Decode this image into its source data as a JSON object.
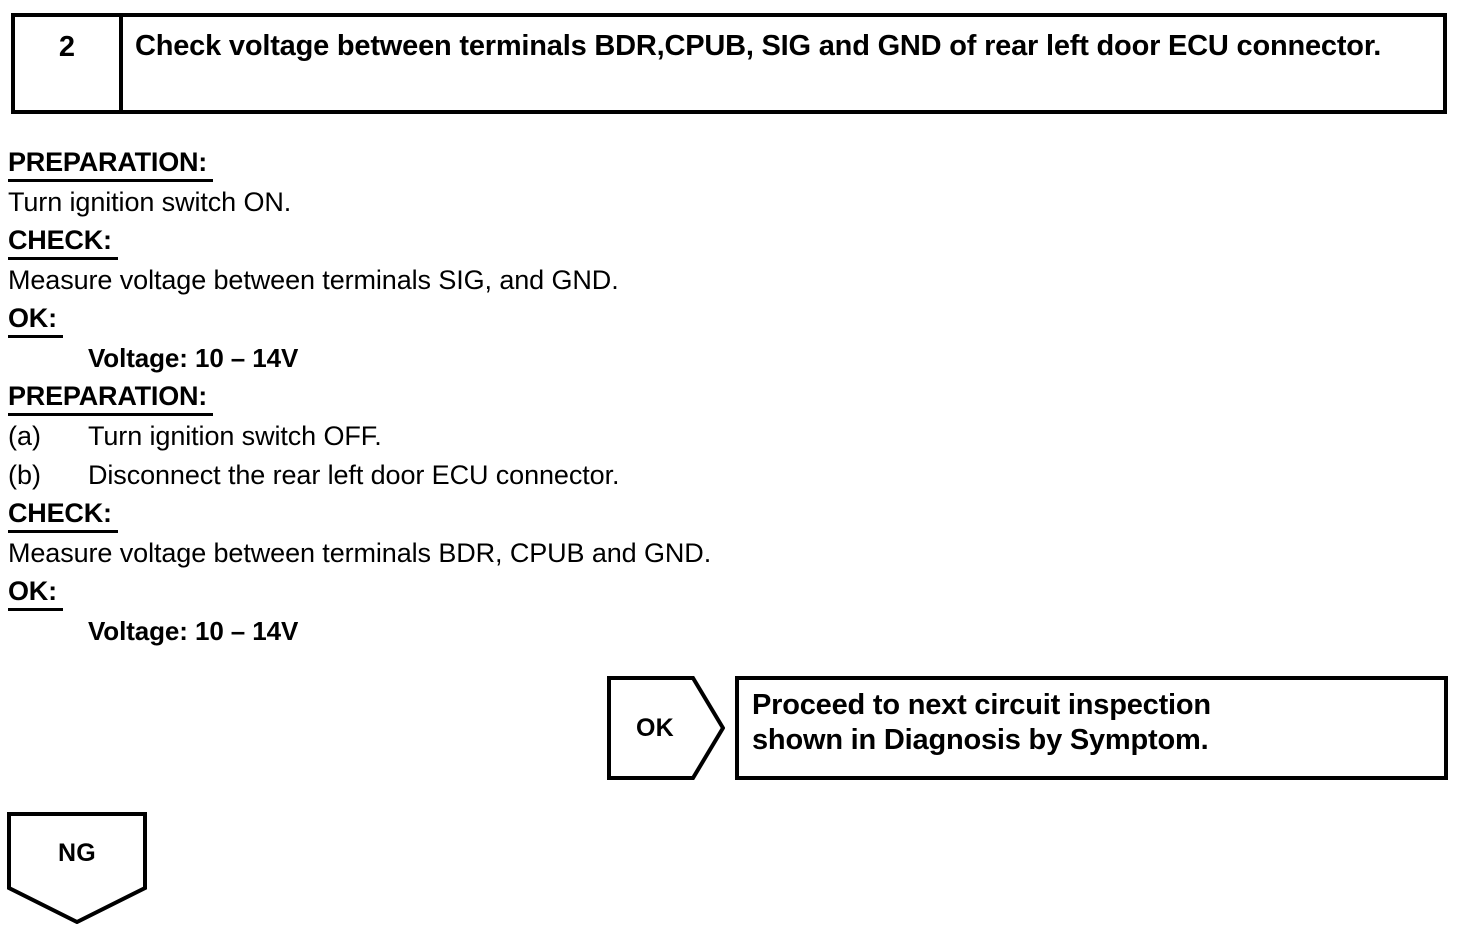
{
  "step": {
    "number": "2",
    "title": "Check voltage between terminals BDR,CPUB, SIG and GND of rear left door ECU connector."
  },
  "procedure": {
    "blocks": [
      {
        "preparation_label": "PREPARATION:",
        "preparation_text": "Turn ignition switch ON.",
        "check_label": "CHECK:",
        "check_text": "Measure voltage between terminals SIG, and GND.",
        "ok_label": "OK:",
        "ok_value": "Voltage: 10 – 14V"
      },
      {
        "preparation_label": "PREPARATION:",
        "item_a_marker": "(a)",
        "item_a_text": "Turn ignition switch OFF.",
        "item_b_marker": "(b)",
        "item_b_text": "Disconnect the rear left door ECU connector.",
        "check_label": "CHECK:",
        "check_text": "Measure voltage between terminals BDR, CPUB and GND.",
        "ok_label": "OK:",
        "ok_value": "Voltage: 10 – 14V"
      }
    ]
  },
  "branches": {
    "ok": {
      "flag_label": "OK",
      "result_line_1": "Proceed to next circuit inspection",
      "result_line_2": "shown in Diagnosis by Symptom."
    },
    "ng": {
      "flag_label": "NG"
    }
  },
  "colors": {
    "ink": "#000000",
    "paper": "#ffffff"
  }
}
